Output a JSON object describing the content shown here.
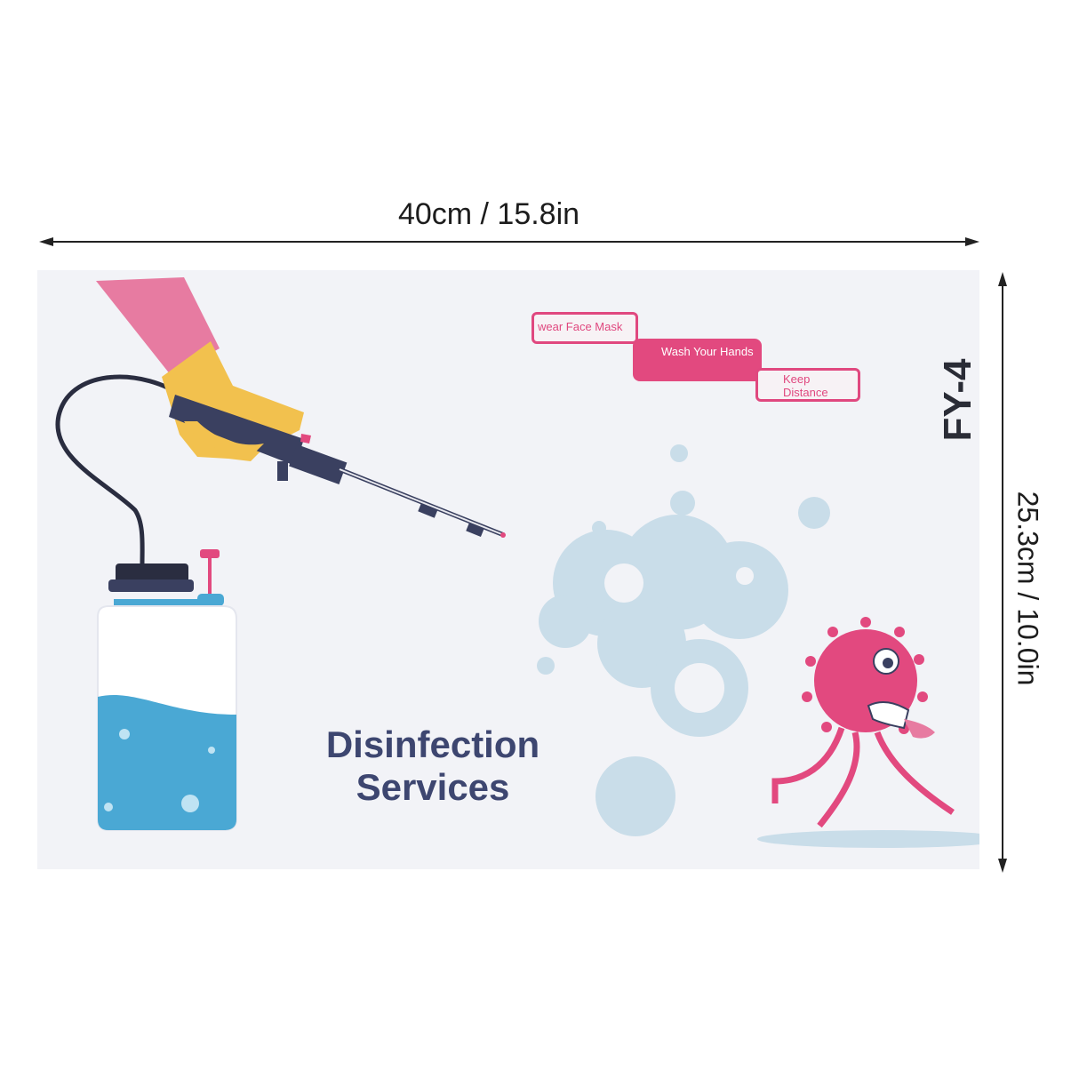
{
  "dimensions": {
    "width_label": "40cm / 15.8in",
    "height_label": "25.3cm / 10.0in"
  },
  "sticker": {
    "tags": {
      "mask": "wear Face Mask",
      "hands": "Wash Your Hands",
      "distance": "Keep Distance"
    },
    "model": "FY-4",
    "title_line1": "Disinfection",
    "title_line2": "Services"
  },
  "colors": {
    "pink": "#e2497f",
    "navy": "#3d4670",
    "water": "#4aa8d4",
    "mist": "#c9dde9",
    "glove": "#f2c14e"
  }
}
